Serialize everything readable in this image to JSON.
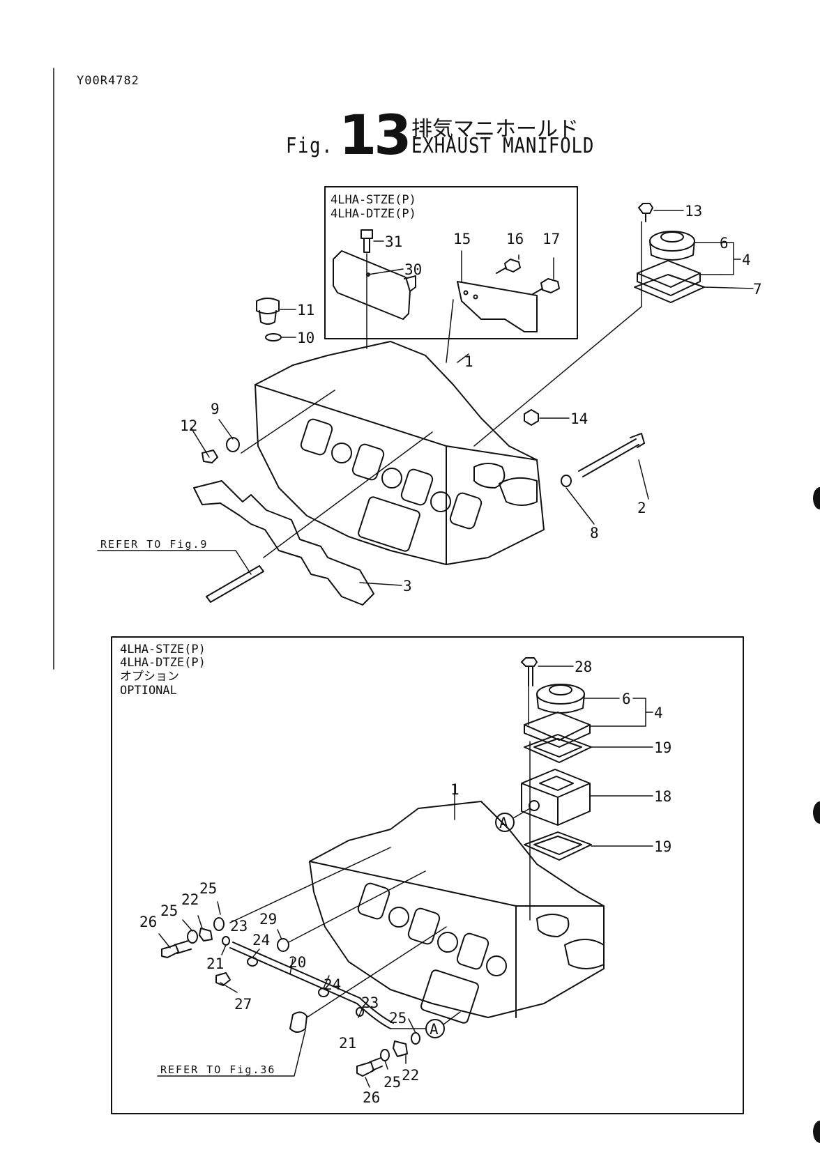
{
  "doc_id": "Y00R4782",
  "figure": {
    "prefix": "Fig.",
    "number": "13",
    "title_jp": "排気マニホールド",
    "title_en": "EXHAUST MANIFOLD"
  },
  "upper_box": {
    "model_1": "4LHA-STZE(P)",
    "model_2": "4LHA-DTZE(P)"
  },
  "lower_box": {
    "model_1": "4LHA-STZE(P)",
    "model_2": "4LHA-DTZE(P)",
    "option_jp": "オプション",
    "option_en": "OPTIONAL"
  },
  "refs": {
    "upper": "REFER TO Fig.9",
    "lower": "REFER TO Fig.36"
  },
  "part_labels_upper": {
    "p1": "1",
    "p2": "2",
    "p3": "3",
    "p4": "4",
    "p6": "6",
    "p7": "7",
    "p8": "8",
    "p9": "9",
    "p10": "10",
    "p11": "11",
    "p12": "12",
    "p13": "13",
    "p14": "14",
    "p15": "15",
    "p16": "16",
    "p17": "17",
    "p30": "30",
    "p31": "31"
  },
  "part_labels_lower": {
    "p1": "1",
    "p4": "4",
    "p6": "6",
    "p18": "18",
    "p19a": "19",
    "p19b": "19",
    "p20": "20",
    "p21a": "21",
    "p21b": "21",
    "p22a": "22",
    "p22b": "22",
    "p23a": "23",
    "p23b": "23",
    "p24a": "24",
    "p24b": "24",
    "p25a": "25",
    "p25b": "25",
    "p25c": "25",
    "p25d": "25",
    "p26a": "26",
    "p26b": "26",
    "p27": "27",
    "p28": "28",
    "p29": "29",
    "markA1": "A",
    "markA2": "A"
  }
}
